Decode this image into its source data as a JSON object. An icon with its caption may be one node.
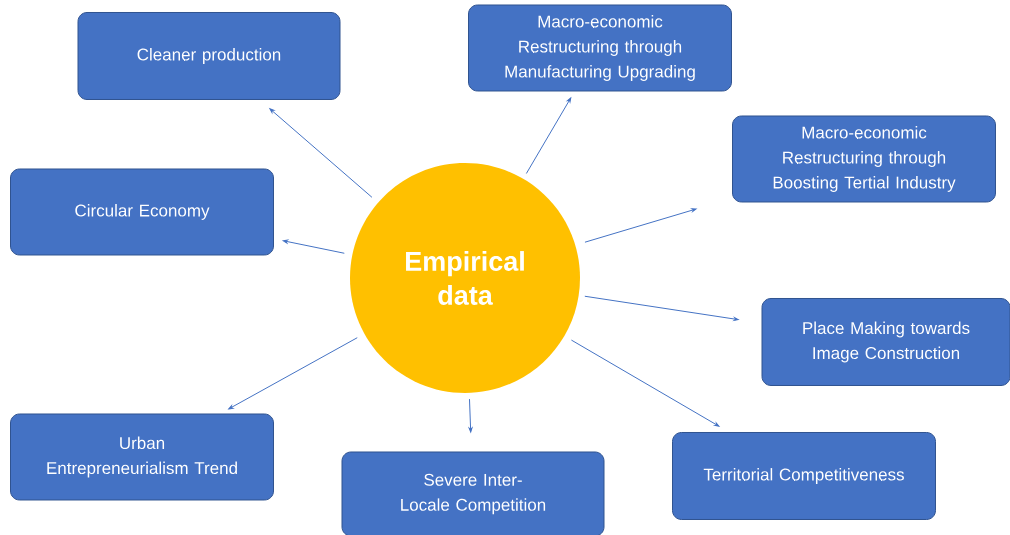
{
  "diagram": {
    "nodes": [
      {
        "text": [
          "Empirical data"
        ]
      },
      {
        "text": [
          "Cleaner production"
        ]
      },
      {
        "text": [
          "Macro-economic Restructuring through Manufacturing Upgrading"
        ]
      },
      {
        "text": [
          "Macro-economic Restructuring through Boosting Tertial Industry"
        ]
      },
      {
        "text": [
          "Circular Economy"
        ]
      },
      {
        "text": [
          "Place Making towards Image Construction"
        ]
      },
      {
        "text": [
          "Urban Entrepreneurialism Trend"
        ]
      },
      {
        "text": [
          "Severe Inter-Locale Competition"
        ]
      },
      {
        "text": [
          "Territorial Competitiveness"
        ]
      }
    ],
    "edges": [
      {
        "from": 0,
        "to": 1,
        "arrow": "to"
      },
      {
        "from": 0,
        "to": 2,
        "arrow": "to"
      },
      {
        "from": 0,
        "to": 3,
        "arrow": "to"
      },
      {
        "from": 0,
        "to": 4,
        "arrow": "to"
      },
      {
        "from": 0,
        "to": 5,
        "arrow": "to"
      },
      {
        "from": 0,
        "to": 6,
        "arrow": "to"
      },
      {
        "from": 0,
        "to": 7,
        "arrow": "to"
      },
      {
        "from": 0,
        "to": 8,
        "arrow": "to"
      }
    ]
  }
}
